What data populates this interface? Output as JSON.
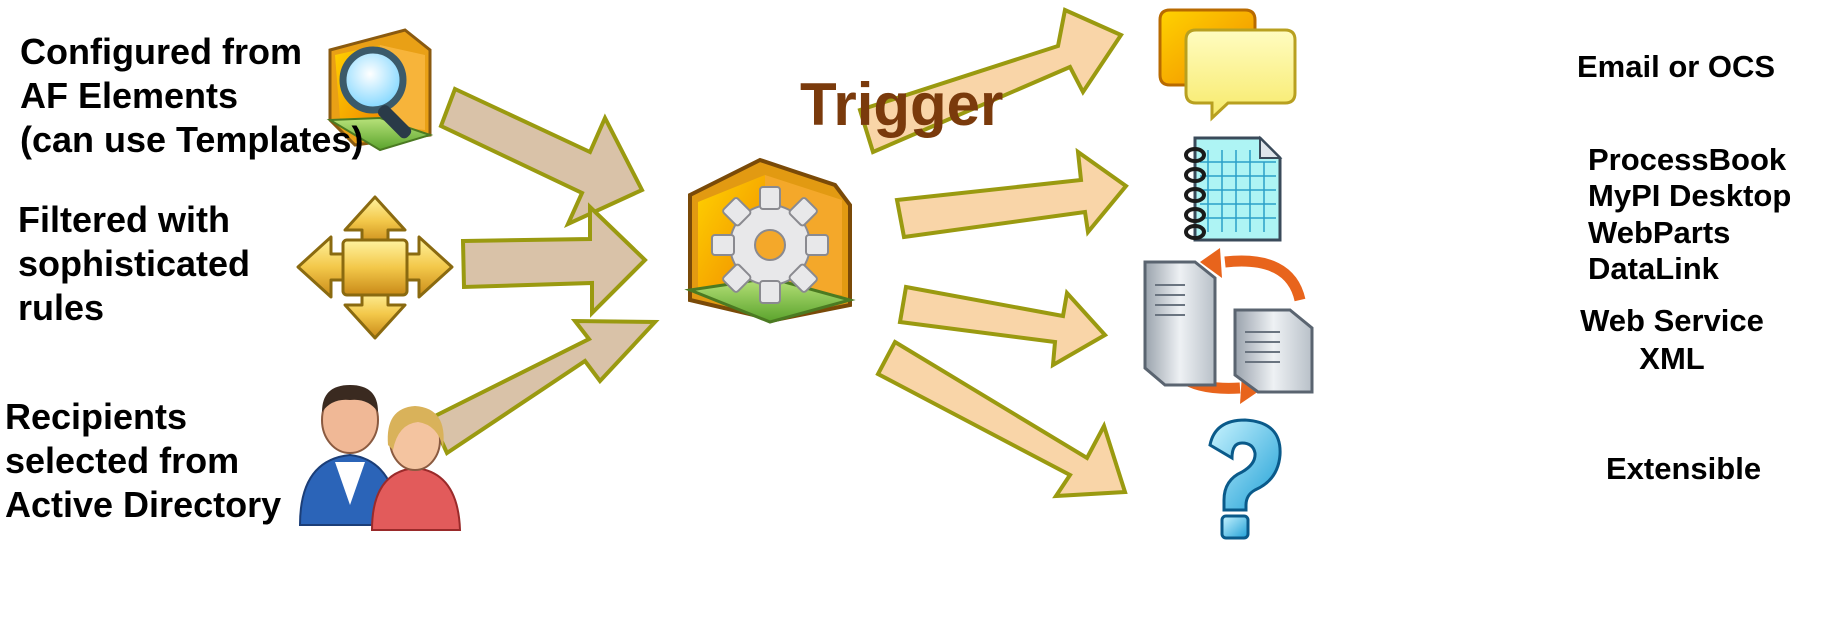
{
  "center": {
    "title": "Trigger"
  },
  "inputs": [
    {
      "lines": [
        "Configured from",
        "AF Elements",
        "(can use Templates)"
      ],
      "icon": "af-elements-search-icon"
    },
    {
      "lines": [
        "Filtered with",
        "sophisticated",
        "rules"
      ],
      "icon": "filter-arrows-icon"
    },
    {
      "lines": [
        "Recipients",
        "selected from",
        "Active Directory"
      ],
      "icon": "users-icon"
    }
  ],
  "outputs": [
    {
      "lines": [
        "Email  or OCS"
      ],
      "icon": "chat-bubbles-icon"
    },
    {
      "lines": [
        "ProcessBook",
        "MyPI  Desktop",
        "WebParts",
        "DataLink"
      ],
      "icon": "notebook-grid-icon"
    },
    {
      "lines": [
        "Web Service",
        "XML"
      ],
      "icon": "servers-sync-icon"
    },
    {
      "lines": [
        "Extensible"
      ],
      "icon": "question-mark-icon"
    }
  ],
  "colors": {
    "trigger_text": "#7a3a0c",
    "input_arrow_fill": "#d9c2a8",
    "output_arrow_fill": "#f9d5a8",
    "arrow_stroke": "#9a9a10"
  }
}
